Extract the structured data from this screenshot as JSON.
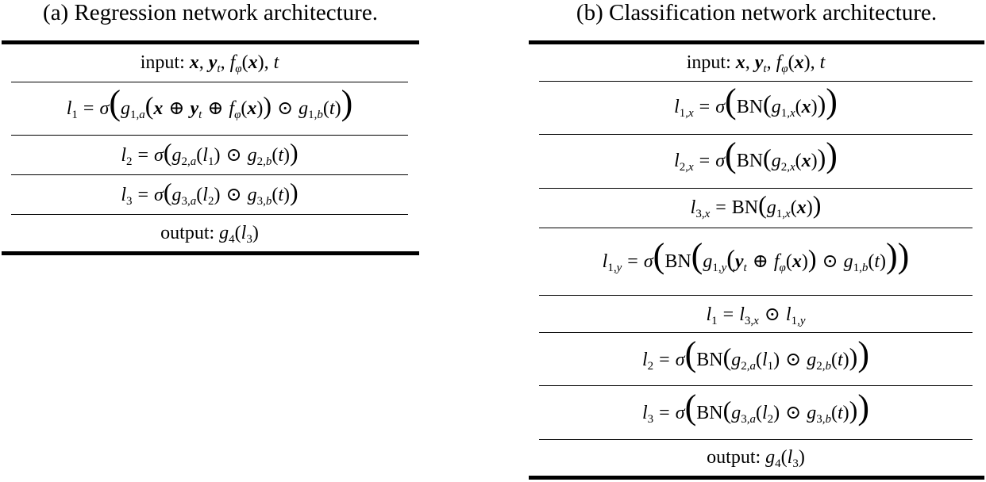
{
  "table_a": {
    "caption": "(a) Regression network architecture.",
    "rows": [
      "input: x, y_t, f_φ(x), t",
      "l_1 = σ(g_{1,a}(x ⊕ y_t ⊕ f_φ(x)) ⊙ g_{1,b}(t))",
      "l_2 = σ(g_{2,a}(l_1) ⊙ g_{2,b}(t))",
      "l_3 = σ(g_{3,a}(l_2) ⊙ g_{3,b}(t))",
      "output: g_4(l_3)"
    ]
  },
  "table_b": {
    "caption": "(b) Classification network architecture.",
    "rows": [
      "input: x, y_t, f_φ(x), t",
      "l_{1,x} = σ(BN(g_{1,x}(x)))",
      "l_{2,x} = σ(BN(g_{2,x}(x)))",
      "l_{3,x} = BN(g_{1,x}(x))",
      "l_{1,y} = σ(BN(g_{1,y}(y_t ⊕ f_φ(x)) ⊙ g_{1,b}(t)))",
      "l_1 = l_{3,x} ⊙ l_{1,y}",
      "l_2 = σ(BN(g_{2,a}(l_1) ⊙ g_{2,b}(t)))",
      "l_3 = σ(BN(g_{3,a}(l_2) ⊙ g_{3,b}(t)))",
      "output: g_4(l_3)"
    ]
  },
  "labels": {
    "input": "input:",
    "output": "output:",
    "bn": "BN"
  }
}
